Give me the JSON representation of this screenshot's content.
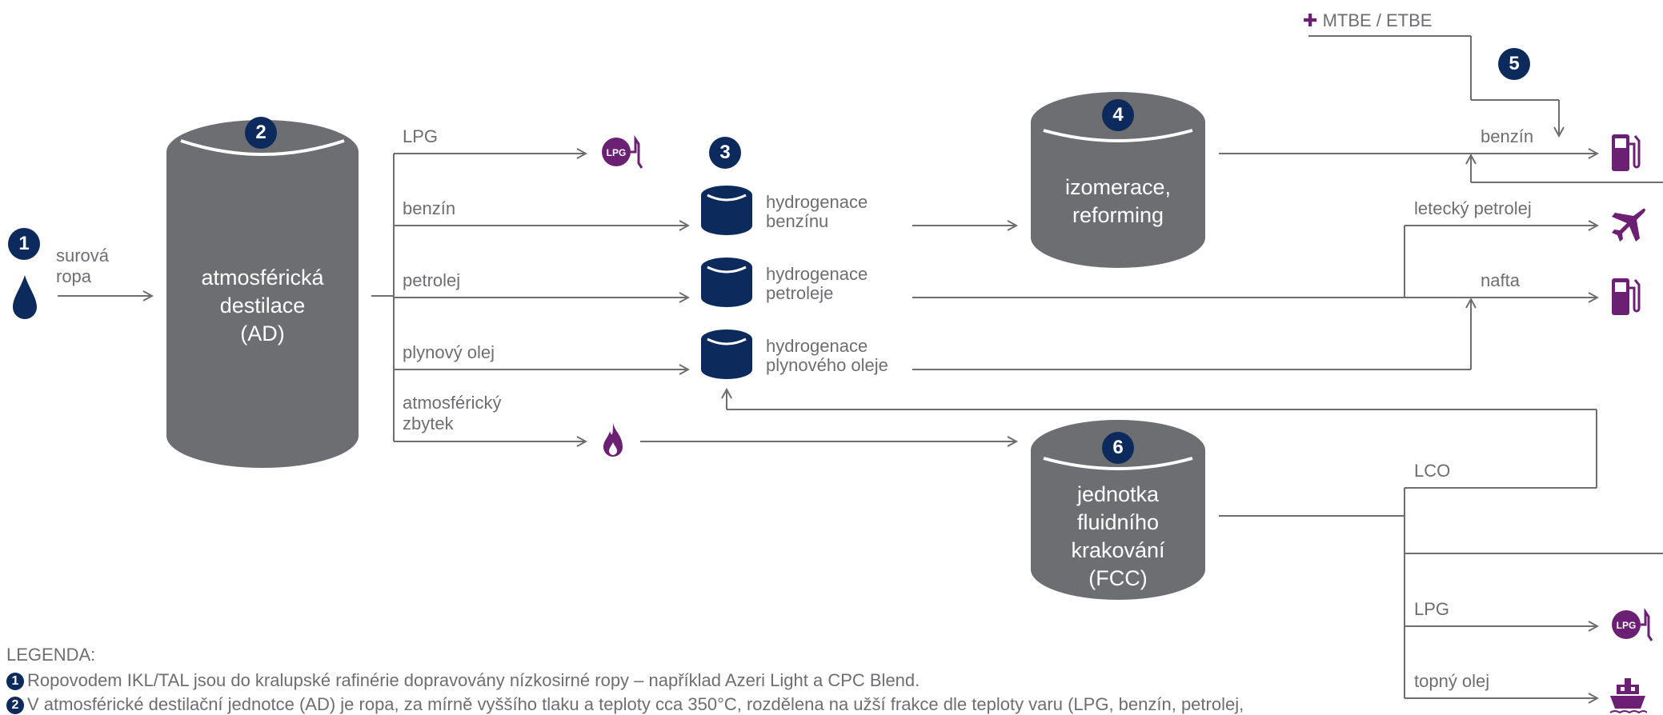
{
  "colors": {
    "grey": "#6d6e71",
    "navy": "#0c2a5b",
    "purple": "#6b2074",
    "line": "#6d6e71"
  },
  "badges": [
    "1",
    "2",
    "3",
    "4",
    "5",
    "6"
  ],
  "inputs": {
    "crude_label": "surová\nropa",
    "additive_label": "MTBE / ETBE",
    "additive_plus": "✚"
  },
  "units": {
    "ad": "atmosférická\ndestilace\n(AD)",
    "izo": "izomerace,\nreforming",
    "fcc": "jednotka\nfluidního\nkrakování\n(FCC)",
    "hydro_benzin": "hydrogenace\nbenzínu",
    "hydro_petrolej": "hydrogenace\npetroleje",
    "hydro_plyn": "hydrogenace\nplynového oleje"
  },
  "ad_outputs": {
    "lpg": "LPG",
    "benzin": "benzín",
    "petrolej": "petrolej",
    "plynovy_olej": "plynový olej",
    "zbytek": "atmosférický\nzbytek"
  },
  "products": {
    "benzin": "benzín",
    "letecky": "letecký petrolej",
    "nafta": "nafta",
    "lco": "LCO",
    "lpg": "LPG",
    "topny": "topný olej"
  },
  "icons": {
    "crude": "oil-drop-icon",
    "lpg": "lpg-pump-icon",
    "fuel": "fuel-pump-icon",
    "plane": "airplane-icon",
    "flame": "flame-icon",
    "ship": "ship-icon"
  },
  "legend": {
    "title": "LEGENDA:",
    "item1": "Ropovodem IKL/TAL jsou do kralupské rafinérie dopravovány nízkosirné ropy – například Azeri Light a CPC Blend.",
    "item2": "V atmosférické destilační jednotce (AD) je ropa, za mírně vyššího tlaku a teploty cca 350°C, rozdělena na užší frakce dle teploty varu (LPG, benzín, petrolej,"
  }
}
